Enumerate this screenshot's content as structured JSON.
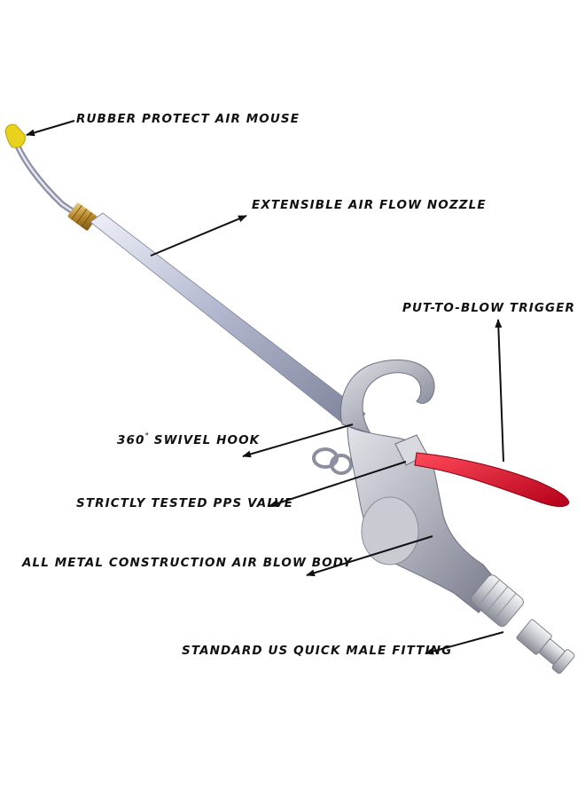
{
  "colors": {
    "background": "#ffffff",
    "label_text": "#111111",
    "arrow": "#111111",
    "tip_yellow": "#e8d21c",
    "brass": "#b8892c",
    "tube": "#aab0c6",
    "body": "#b9bbc4",
    "trigger_red": "#d0122b",
    "fitting": "#cfd1d6"
  },
  "labels": {
    "rubber_tip": "RUBBER PROTECT AIR MOUSE",
    "nozzle": "EXTENSIBLE AIR FLOW NOZZLE",
    "trigger": "PUT-TO-BLOW TRIGGER",
    "hook_prefix": "360",
    "hook_degree": "°",
    "hook_suffix": " SWIVEL HOOK",
    "valve": "STRICTLY TESTED PPS VALVE",
    "body": "ALL METAL CONSTRUCTION AIR BLOW BODY",
    "fitting": "STANDARD US QUICK MALE FITTING"
  }
}
